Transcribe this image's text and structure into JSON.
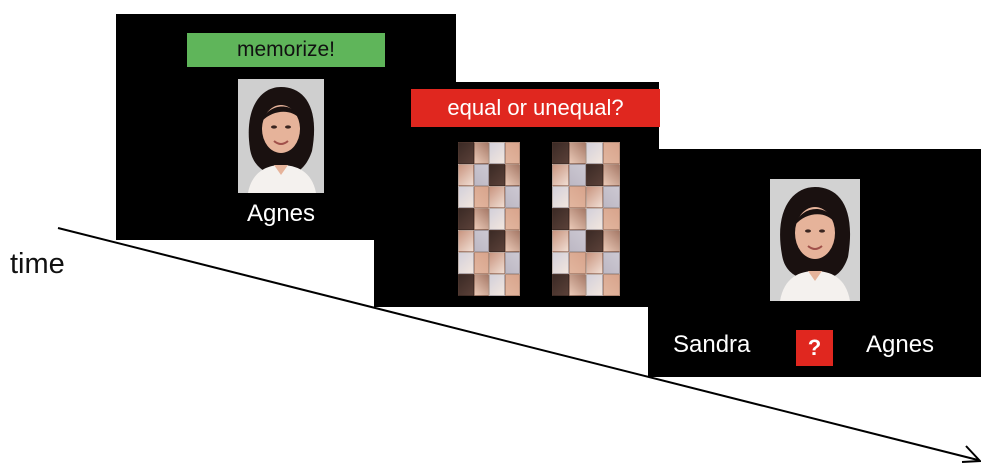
{
  "axis": {
    "label": "time"
  },
  "screens": [
    {
      "id": "screen-1",
      "banner": "memorize!",
      "banner_color": "#5fb55a",
      "name": "Agnes"
    },
    {
      "id": "screen-2",
      "banner": "equal or unequal?",
      "banner_color": "#e0271f"
    },
    {
      "id": "screen-3",
      "response_left": "Sandra",
      "response_mark": "?",
      "response_right": "Agnes",
      "mark_color": "#e0271f"
    }
  ]
}
